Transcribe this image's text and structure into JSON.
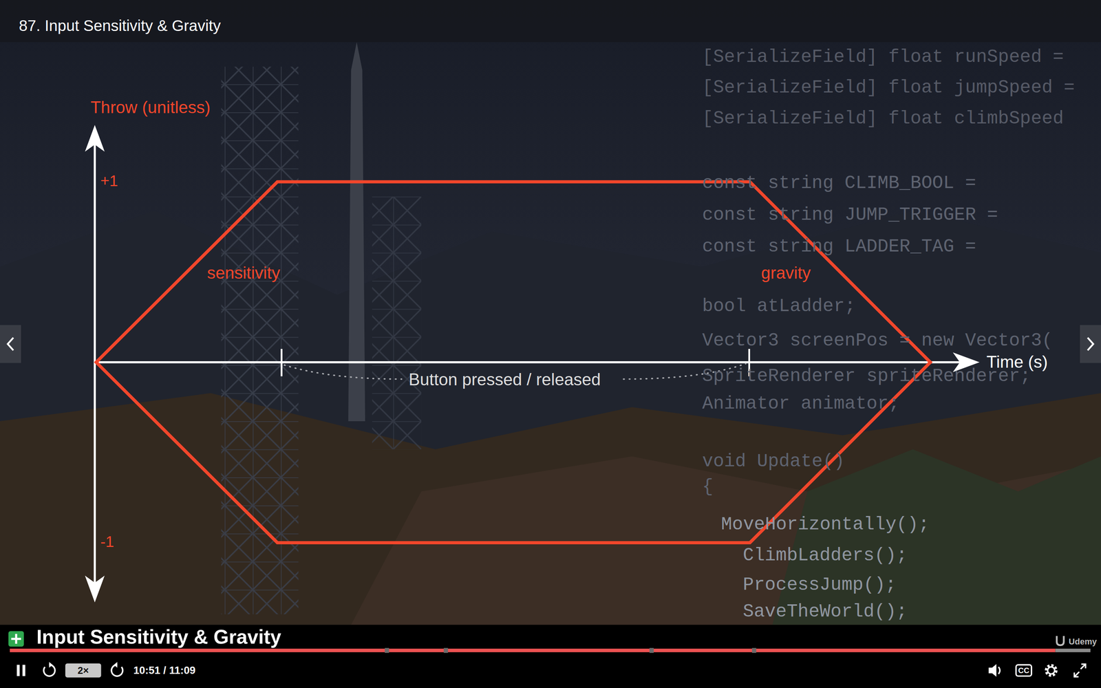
{
  "diagram": {
    "title": "87. Input Sensitivity & Gravity",
    "labels": [
      "Throw (unitless)",
      "+1",
      "-1",
      "sensitivity",
      "gravity",
      "Button pressed / released",
      "Time (s)",
      "[SerializeField] float runSpeed =",
      "[SerializeField] float jumpSpeed =",
      "[SerializeField] float climbSpeed",
      "const string CLIMB_BOOL =",
      "const string JUMP_TRIGGER =",
      "const string LADDER_TAG =",
      "bool atLadder;",
      "Vector3 screenPos = new Vector3(",
      "SpriteRenderer spriteRenderer;",
      "Animator animator;",
      "void Update()",
      "{",
      "MoveHorizontally();",
      "ClimbLadders();",
      "ProcessJump();",
      "SaveTheWorld();",
      "Input Sensitivity & Gravity",
      "Udemy",
      "2×",
      "10:51 / 11:09",
      "CC"
    ]
  }
}
